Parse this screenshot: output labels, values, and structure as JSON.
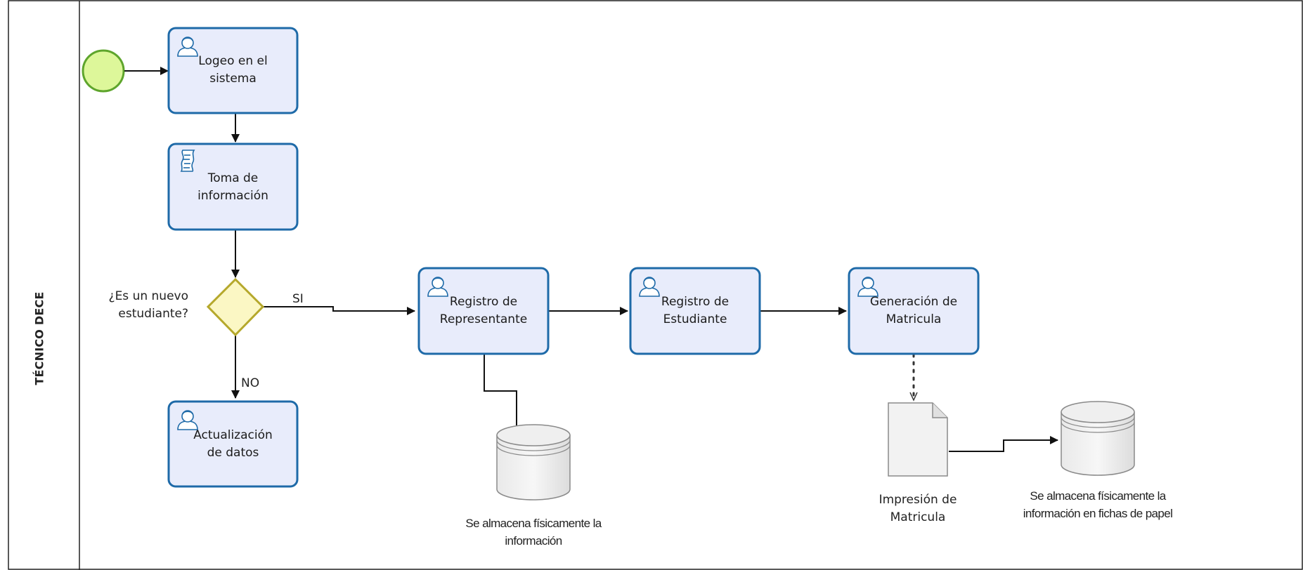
{
  "lane": {
    "title": "TÉCNICO DECE"
  },
  "tasks": {
    "logeo": {
      "line1": "Logeo en el",
      "line2": "sistema",
      "icon": "user-icon"
    },
    "toma": {
      "line1": "Toma de",
      "line2": "información",
      "icon": "script-icon"
    },
    "actualizacion": {
      "line1": "Actualización",
      "line2": "de datos",
      "icon": "user-icon"
    },
    "registro_rep": {
      "line1": "Registro de",
      "line2": "Representante",
      "icon": "user-icon"
    },
    "registro_est": {
      "line1": "Registro de",
      "line2": "Estudiante",
      "icon": "user-icon"
    },
    "generacion": {
      "line1": "Generación de",
      "line2": "Matricula",
      "icon": "user-icon"
    }
  },
  "gateway": {
    "line1": "¿Es un nuevo",
    "line2": "estudiante?"
  },
  "flows": {
    "yes": "SI",
    "no": "NO"
  },
  "artifacts": {
    "store1": {
      "line1": "Se almacena físicamente la",
      "line2": "información"
    },
    "document": {
      "line1": "Impresión de",
      "line2": "Matricula"
    },
    "store2": {
      "line1": "Se almacena físicamente la",
      "line2": "información en fichas de papel"
    }
  },
  "colors": {
    "task_fill": "#e8ecfb",
    "task_stroke": "#1e6aa8",
    "start_fill": "#ddf79a",
    "start_stroke": "#5ea52c",
    "gateway_fill": "#fbf7c4",
    "gateway_stroke": "#b5a82b"
  }
}
